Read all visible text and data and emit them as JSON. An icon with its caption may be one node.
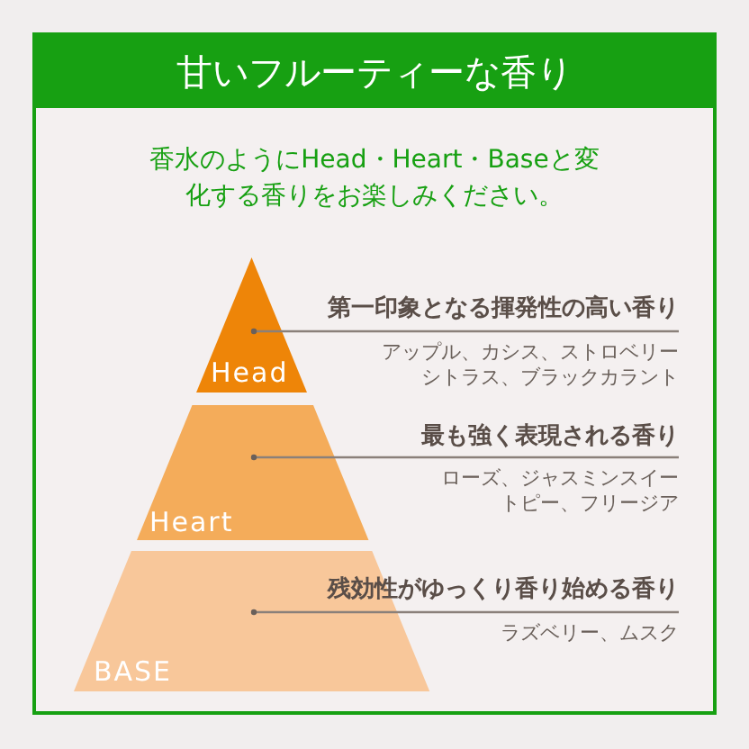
{
  "diagram": {
    "title": "甘いフルーティーな香り",
    "nodes": [
      {
        "text": [
          "Head"
        ]
      },
      {
        "text": [
          "Heart"
        ]
      },
      {
        "text": [
          "BASE"
        ]
      },
      {
        "text": [
          "第一印象となる揮発性の高い香り"
        ],
        "beside": [
          "アップル、カシス、ストロベリーシトラス、ブラックカラント"
        ]
      },
      {
        "text": [
          "最も強く表現される香り"
        ],
        "beside": [
          "ローズ、ジャスミンスイートピー、フリージア"
        ]
      },
      {
        "text": [
          "残効性がゆっくり香り始める香り"
        ],
        "beside": [
          "ラズベリー、ムスク"
        ]
      }
    ],
    "edges": [
      {
        "from": 3,
        "to": 0,
        "arrow": "other"
      },
      {
        "from": 4,
        "to": 1,
        "arrow": "other"
      },
      {
        "from": 5,
        "to": 2,
        "arrow": "other"
      }
    ],
    "labels": [
      "香水のようにHead・Heart・Baseと変化する香りをお楽しみください。"
    ]
  }
}
